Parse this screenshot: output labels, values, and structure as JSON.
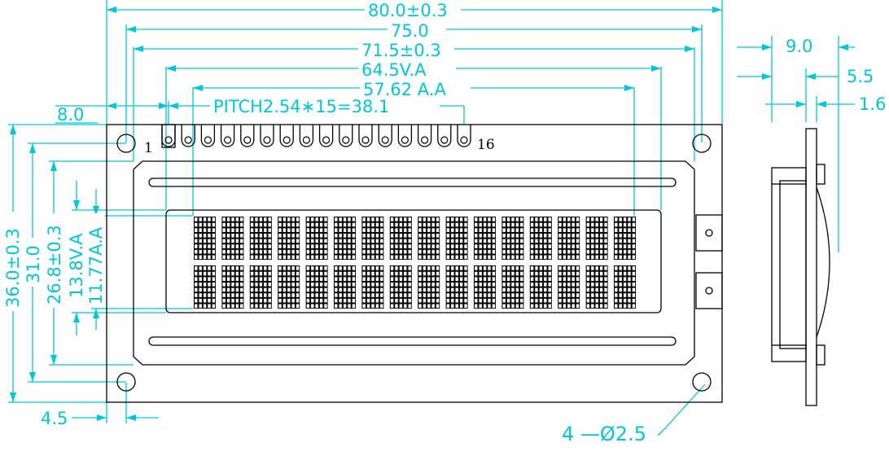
{
  "colors": {
    "outline": "#000000",
    "dimension": "#00c8d8",
    "background": "#ffffff"
  },
  "dimensions": {
    "overall_width": "80.0±0.3",
    "hole_spacing_width": "75.0",
    "bezel_width": "71.5±0.3",
    "viewing_area_width": "64.5V.A",
    "active_area_width": "57.62 A.A",
    "pin_pitch": "PITCH2.54∗15=38.1",
    "pin1_offset": "8.0",
    "hole_offset": "4.5",
    "overall_height": "36.0±0.3",
    "hole_spacing_height": "31.0",
    "bezel_height": "26.8±0.3",
    "viewing_area_height": "13.8V.A",
    "active_area_height": "11.77A.A",
    "mounting_holes": "4 —Ø2.5",
    "side_depth_total": "9.0",
    "side_depth_module": "5.5",
    "side_pcb_thickness": "1.6"
  },
  "pins": {
    "first_label": "1",
    "last_label": "16",
    "count": 16
  },
  "display": {
    "rows": 2,
    "columns": 16,
    "dot_columns": 5,
    "dot_rows": 8
  }
}
